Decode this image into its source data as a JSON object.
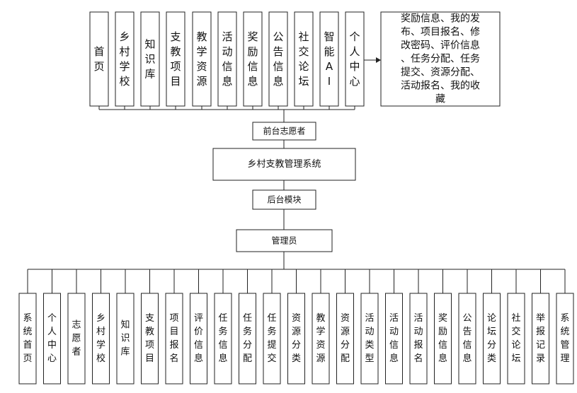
{
  "top_items": [
    {
      "label": "首页"
    },
    {
      "label": "乡村学校"
    },
    {
      "label": "知识库"
    },
    {
      "label": "支教项目"
    },
    {
      "label": "教学资源"
    },
    {
      "label": "活动信息"
    },
    {
      "label": "奖励信息"
    },
    {
      "label": "公告信息"
    },
    {
      "label": "社交论坛"
    },
    {
      "label": "智能AI"
    },
    {
      "label": "个人中心"
    }
  ],
  "personal_center_detail": "奖励信息、我的发布、项目报名、修改密码、评价信息、任务分配、任务提交、资源分配、活动报名、我的收藏",
  "front_volunteer": "前台志愿者",
  "system": "乡村支教管理系统",
  "backend_module": "后台模块",
  "admin": "管理员",
  "bottom_items": [
    {
      "label": "系统首页"
    },
    {
      "label": "个人中心"
    },
    {
      "label": "志愿者"
    },
    {
      "label": "乡村学校"
    },
    {
      "label": "知识库"
    },
    {
      "label": "支教项目"
    },
    {
      "label": "项目报名"
    },
    {
      "label": "评价信息"
    },
    {
      "label": "任务信息"
    },
    {
      "label": "任务分配"
    },
    {
      "label": "任务提交"
    },
    {
      "label": "资源分类"
    },
    {
      "label": "教学资源"
    },
    {
      "label": "资源分配"
    },
    {
      "label": "活动类型"
    },
    {
      "label": "活动信息"
    },
    {
      "label": "活动报名"
    },
    {
      "label": "奖励信息"
    },
    {
      "label": "公告信息"
    },
    {
      "label": "论坛分类"
    },
    {
      "label": "社交论坛"
    },
    {
      "label": "举报记录"
    },
    {
      "label": "系统管理"
    }
  ]
}
